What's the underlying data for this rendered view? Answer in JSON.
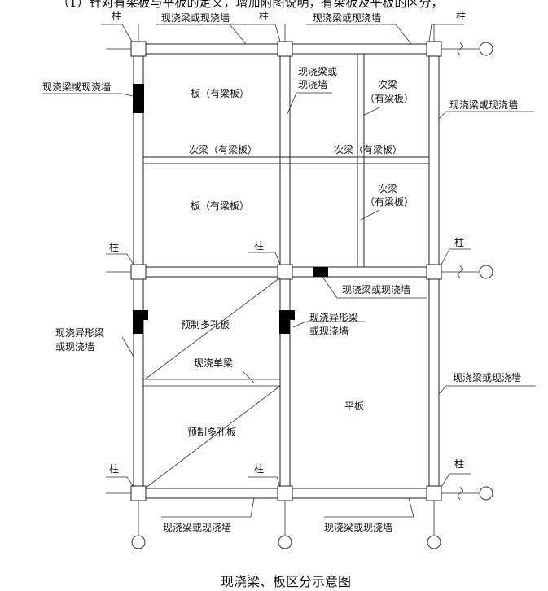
{
  "header_text": "（1）针对有梁板与平板的定义，增加附图说明，有梁板及平板的区分，",
  "caption": "现浇梁、板区分示意图",
  "labels": {
    "column": "柱",
    "cast_beam_or_wall": "现浇梁或现浇墙",
    "cast_beam_or_wall_l1": "现浇梁或",
    "cast_beam_or_wall_l2": "现浇墙",
    "slab_with_beam": "板（有梁板）",
    "secondary_beam_with_slab": "次梁（有梁板）",
    "secondary_beam": "次梁",
    "with_beam_slab_paren": "（有梁板）",
    "special_beam_l1": "现浇异形梁",
    "special_beam_l2": "或现浇墙",
    "precast_hollow_slab": "预制多孔板",
    "single_cast_beam": "现浇单梁",
    "flat_slab": "平板"
  }
}
